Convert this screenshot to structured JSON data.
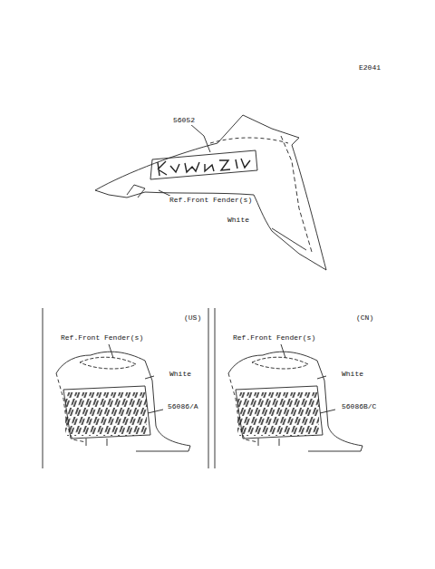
{
  "diagram": {
    "labels": [
      "E2041",
      "56052",
      "Ref.Front Fender(s)",
      "White",
      "(US)",
      "Ref.Front Fender(s)",
      "White",
      "56086/A",
      "(CN)",
      "Ref.Front Fender(s)",
      "White",
      "56086B/C"
    ]
  }
}
